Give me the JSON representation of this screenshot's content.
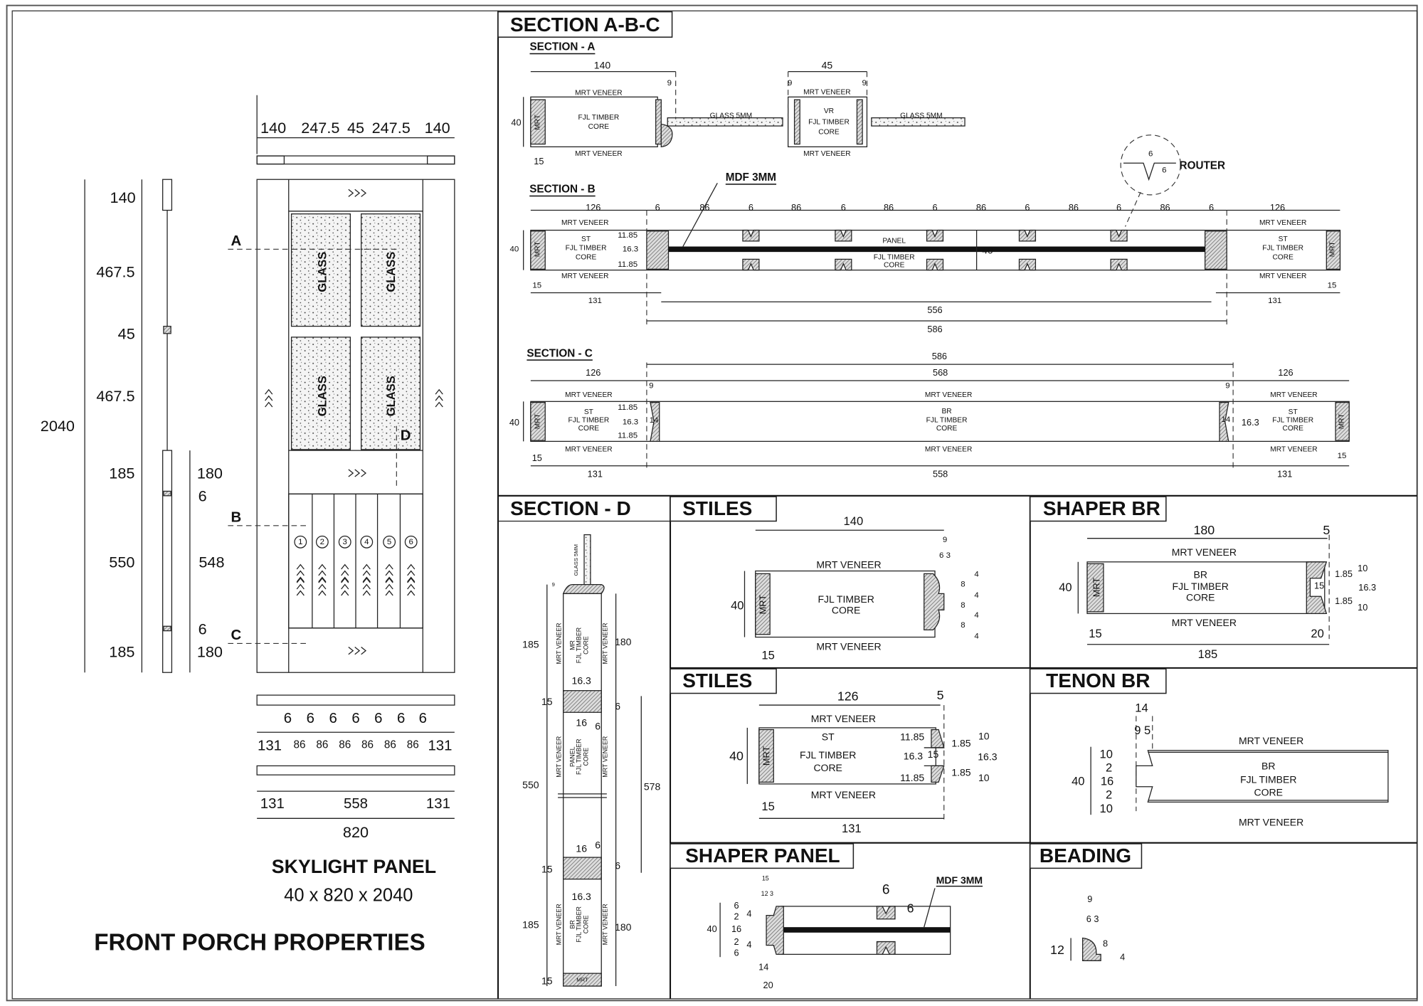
{
  "title_block": {
    "panel_name": "SKYLIGHT PANEL",
    "panel_size": "40 x 820 x 2040",
    "company": "FRONT PORCH PROPERTIES"
  },
  "elevation": {
    "width_dims": [
      "140",
      "247.5",
      "45",
      "247.5",
      "140"
    ],
    "height_dims": [
      "140",
      "467.5",
      "45",
      "467.5",
      "185",
      "550",
      "185"
    ],
    "total_height": "2040",
    "strip_dims": [
      "180",
      "6",
      "548",
      "6",
      "180"
    ],
    "groove_dims": [
      "6",
      "6",
      "6",
      "6",
      "6",
      "6",
      "6"
    ],
    "panel_dims": [
      "131",
      "86",
      "86",
      "86",
      "86",
      "86",
      "86",
      "131"
    ],
    "rail_dims": [
      "131",
      "558",
      "131"
    ],
    "total_width": "820",
    "section_markers": [
      "A",
      "B",
      "C",
      "D"
    ],
    "glass_label": "GLASS",
    "panel_numbers": [
      "1",
      "2",
      "3",
      "4",
      "5",
      "6"
    ]
  },
  "materials": {
    "mrt_veneer": "MRT VENEER",
    "mrt": "MRT",
    "fjl_timber": "FJL TIMBER",
    "core": "CORE",
    "glass_5mm": "GLASS 5MM",
    "st": "ST",
    "vr": "VR",
    "br": "BR",
    "mr": "MR",
    "panel": "PANEL",
    "mdf_3mm": "MDF 3MM",
    "router": "ROUTER"
  },
  "headings": {
    "section_abc": "SECTION A-B-C",
    "section_a": "SECTION - A",
    "section_b": "SECTION - B",
    "section_c": "SECTION - C",
    "section_d": "SECTION - D",
    "stiles": "STILES",
    "shaper_br": "SHAPER BR",
    "tenon_br": "TENON BR",
    "shaper_panel": "SHAPER PANEL",
    "beading": "BEADING"
  },
  "section_a": {
    "dims": [
      "140",
      "9",
      "40",
      "15",
      "45",
      "9",
      "9"
    ]
  },
  "section_b": {
    "top_dims": [
      "126",
      "6",
      "86",
      "6",
      "86",
      "6",
      "86",
      "6",
      "86",
      "6",
      "86",
      "6",
      "86",
      "6",
      "126"
    ],
    "dims": [
      "11.85",
      "16.3",
      "11.85",
      "40",
      "15",
      "15",
      "131",
      "131",
      "556",
      "586",
      "40"
    ],
    "router_dims": [
      "6",
      "6"
    ]
  },
  "section_c": {
    "dims": [
      "586",
      "126",
      "568",
      "126",
      "9",
      "9",
      "11.85",
      "16.3",
      "11.85",
      "14",
      "14",
      "16.3",
      "40",
      "15",
      "15",
      "131",
      "558",
      "131"
    ]
  },
  "section_d": {
    "dims": [
      "9",
      "185",
      "180",
      "16.3",
      "15",
      "6",
      "16",
      "6",
      "550",
      "578",
      "16",
      "6",
      "15",
      "6",
      "16.3",
      "185",
      "180",
      "15"
    ]
  },
  "stiles_1": {
    "dims": [
      "140",
      "9",
      "6 3",
      "40",
      "15",
      "4",
      "8",
      "4",
      "8",
      "4",
      "8",
      "4"
    ]
  },
  "stiles_2": {
    "dims": [
      "126",
      "5",
      "11.85",
      "16.3",
      "11.85",
      "15",
      "1.85",
      "1.85",
      "10",
      "16.3",
      "10",
      "40",
      "15",
      "131"
    ]
  },
  "shaper_br": {
    "dims": [
      "180",
      "5",
      "15",
      "1.85",
      "1.85",
      "10",
      "16.3",
      "10",
      "40",
      "15",
      "20",
      "185"
    ]
  },
  "tenon_br": {
    "dims": [
      "14",
      "9 5",
      "40",
      "10",
      "2",
      "16",
      "2",
      "10"
    ]
  },
  "shaper_panel": {
    "dims": [
      "6",
      "6",
      "15",
      "12 3",
      "40",
      "6",
      "2",
      "4",
      "16",
      "2",
      "4",
      "6",
      "14",
      "20"
    ]
  },
  "beading": {
    "dims": [
      "9",
      "6 3",
      "12",
      "8",
      "4"
    ]
  }
}
